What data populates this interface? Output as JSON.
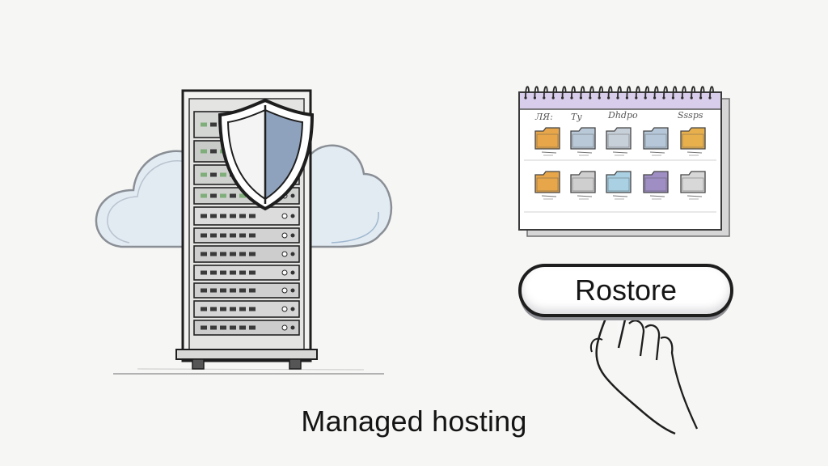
{
  "caption": "Managed hosting",
  "restore_button": {
    "label": "Rostore"
  },
  "calendar": {
    "header_labels": [
      "ЛЯ:",
      "Ту",
      "Dhdpo",
      "Sssрs"
    ],
    "header_color": "#d9cdec",
    "folder_colors_row1": [
      "#e7a649",
      "#b9c9d8",
      "#c7cfd8",
      "#b5c7d9",
      "#e8b04d"
    ],
    "folder_colors_row2": [
      "#e7a649",
      "#cfcfcf",
      "#a9d0e3",
      "#9f8ec4",
      "#d8d8d8"
    ]
  },
  "colors": {
    "cloud": "#dfe8f0",
    "shield_shade": "#8fa2bd",
    "ink": "#1e1e1e"
  },
  "icons": {
    "server": "server-rack-icon",
    "shield": "shield-icon",
    "cloud": "cloud-icon",
    "calendar": "calendar-icon",
    "hand": "pointing-hand-icon"
  }
}
